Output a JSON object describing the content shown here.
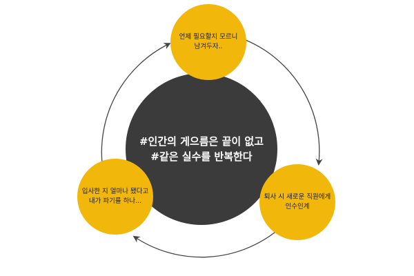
{
  "center": {
    "line1": "#인간의 게으름은 끝이 없고",
    "line2": "#같은 실수를 반복한다"
  },
  "nodes": {
    "top": {
      "line1": "언제 필요할지 모르니",
      "line2": "남겨두자.."
    },
    "right": {
      "line1": "퇴사 시 새로운 직원에게",
      "line2": "인수인계"
    },
    "left": {
      "line1": "입사한 지 얼마나 됐다고",
      "line2": "내가 파기를 하나..."
    }
  },
  "colors": {
    "center_fill": "#3b3b3b",
    "node_fill": "#f1b70a",
    "arrow": "#444444"
  }
}
